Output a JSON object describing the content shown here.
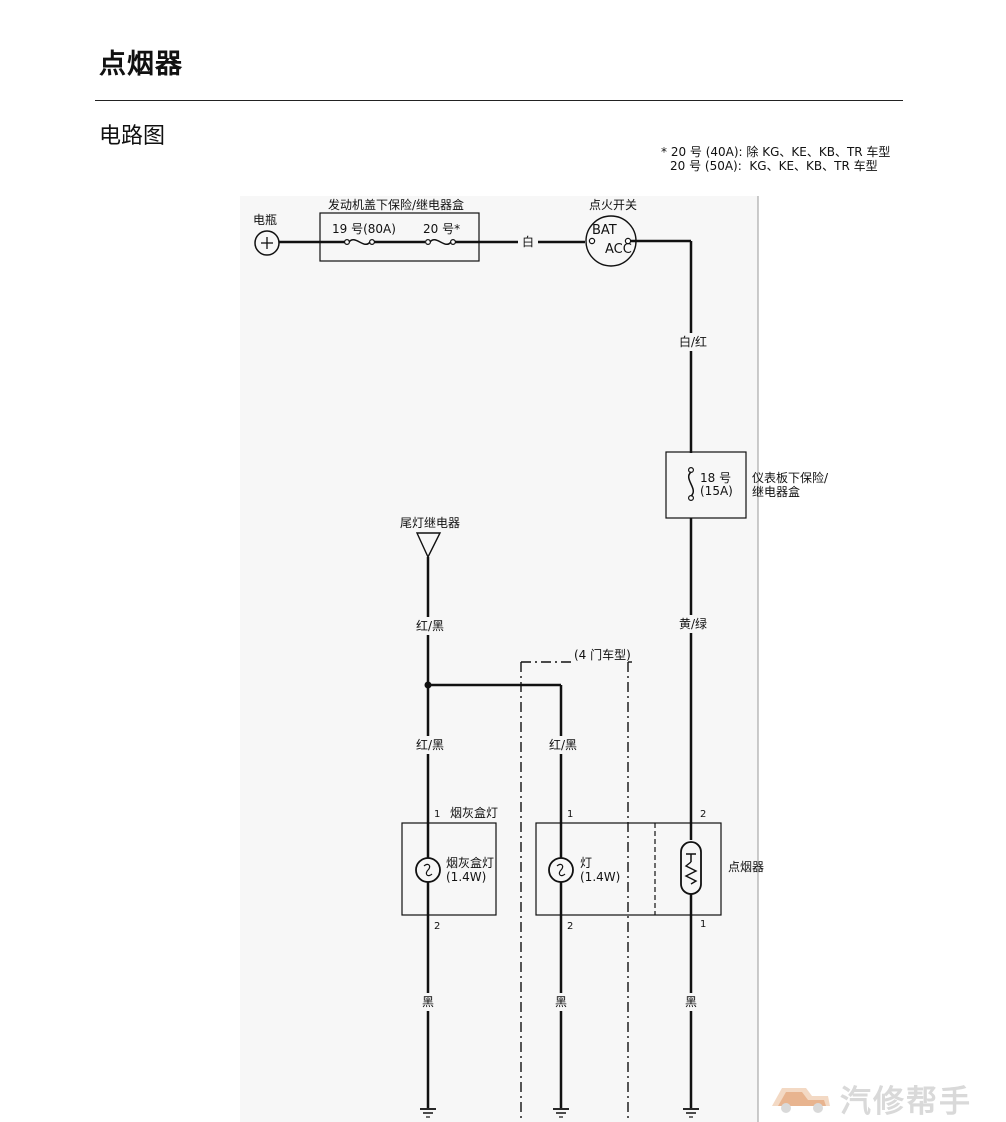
{
  "page": {
    "title": "点烟器",
    "section": "电路图",
    "notes": [
      "* 20 号 (40A): 除 KG、KE、KB、TR 车型",
      "20 号 (50A):  KG、KE、KB、TR 车型"
    ]
  },
  "diagram": {
    "battery": "电瓶",
    "fuse_box": "发动机盖下保险/继电器盒",
    "fuse19": "19 号(80A)",
    "fuse20": "20 号*",
    "wire_white": "白",
    "ignition_switch": "点火开关",
    "bat": "BAT",
    "acc": "ACC",
    "wire_white_red": "白/红",
    "fuse18_line1": "18 号",
    "fuse18_line2": "(15A)",
    "dash_box_line1": "仪表板下保险/",
    "dash_box_line2": "继电器盒",
    "tail_relay": "尾灯继电器",
    "wire_red_black": "红/黑",
    "wire_yellow_green": "黄/绿",
    "four_door": "(4 门车型)",
    "wire_black": "黑",
    "ashtray_light": "烟灰盒灯",
    "ashtray_bulb_name": "烟灰盒灯",
    "bulb_power": "(1.4W)",
    "lamp_name": "灯",
    "cigarette_lighter": "点烟器",
    "pin1": "1",
    "pin2": "2"
  },
  "watermark": {
    "text": "汽修帮手"
  }
}
